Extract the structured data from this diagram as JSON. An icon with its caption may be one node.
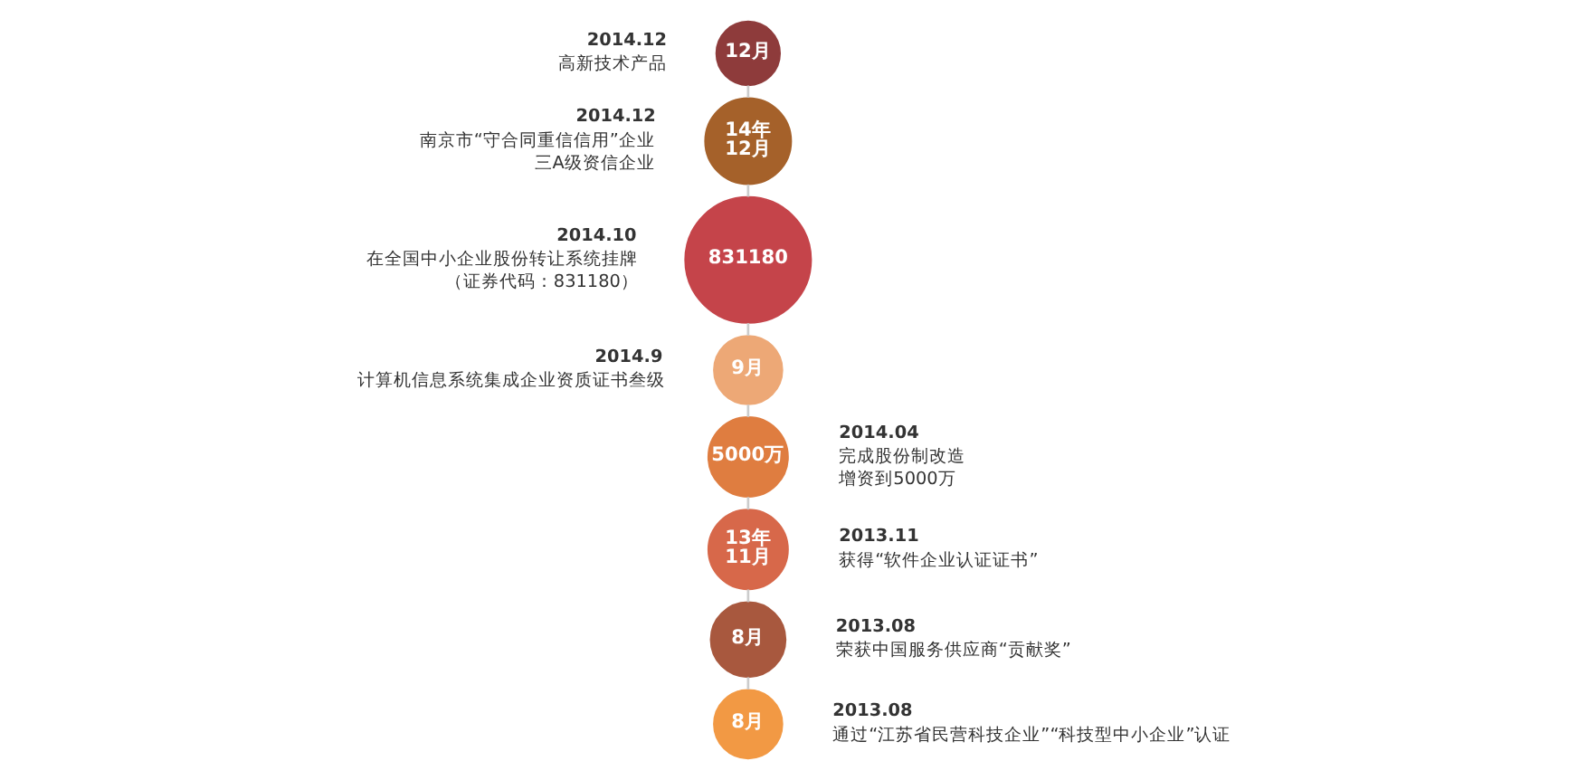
{
  "diagram": {
    "nodes": [
      {
        "text": [
          "12月"
        ],
        "beside": [
          "2014.12",
          "高新技术产品"
        ]
      },
      {
        "text": [
          "14年",
          "12月"
        ],
        "beside": [
          "2014.12",
          "南京市“守合同重信信用”企业",
          "三A级资信企业"
        ]
      },
      {
        "text": [
          "831180"
        ],
        "beside": [
          "2014.10",
          "在全国中小企业股份转让系统挂牌",
          "（证券代码：831180）"
        ]
      },
      {
        "text": [
          "9月"
        ],
        "beside": [
          "2014.9",
          "计算机信息系统集成企业资质证书叁级"
        ]
      },
      {
        "text": [
          "5000万"
        ],
        "beside": [
          "2014.04",
          "完成股份制改造",
          "增资到5000万"
        ]
      },
      {
        "text": [
          "13年",
          "11月"
        ],
        "beside": [
          "2013.11",
          "获得“软件企业认证证书”"
        ]
      },
      {
        "text": [
          "8月"
        ],
        "beside": [
          "2013.08",
          "荣获中国服务供应商“贡献奖”"
        ]
      },
      {
        "text": [
          "8月"
        ],
        "beside": [
          "2013.08",
          "通过“江苏省民营科技企业”“科技型中小企业”认证"
        ]
      }
    ],
    "edges": [
      {
        "from": 0,
        "to": 1,
        "arrow": "none"
      },
      {
        "from": 1,
        "to": 2,
        "arrow": "none"
      },
      {
        "from": 2,
        "to": 3,
        "arrow": "none"
      },
      {
        "from": 3,
        "to": 4,
        "arrow": "none"
      },
      {
        "from": 4,
        "to": 5,
        "arrow": "none"
      },
      {
        "from": 5,
        "to": 6,
        "arrow": "none"
      },
      {
        "from": 6,
        "to": 7,
        "arrow": "none"
      }
    ]
  }
}
